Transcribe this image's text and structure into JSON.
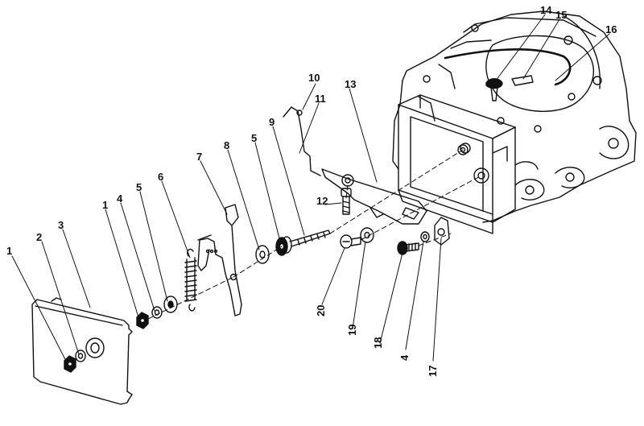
{
  "diagram": {
    "callouts": [
      {
        "id": "c1a",
        "label": "1"
      },
      {
        "id": "c2",
        "label": "2"
      },
      {
        "id": "c3",
        "label": "3"
      },
      {
        "id": "c1b",
        "label": "1"
      },
      {
        "id": "c4a",
        "label": "4"
      },
      {
        "id": "c5a",
        "label": "5"
      },
      {
        "id": "c6",
        "label": "6"
      },
      {
        "id": "c7",
        "label": "7"
      },
      {
        "id": "c8",
        "label": "8"
      },
      {
        "id": "c5b",
        "label": "5"
      },
      {
        "id": "c9",
        "label": "9"
      },
      {
        "id": "c10",
        "label": "10"
      },
      {
        "id": "c11",
        "label": "11"
      },
      {
        "id": "c12",
        "label": "12"
      },
      {
        "id": "c13",
        "label": "13"
      },
      {
        "id": "c14",
        "label": "14"
      },
      {
        "id": "c15",
        "label": "15"
      },
      {
        "id": "c16",
        "label": "16"
      },
      {
        "id": "c17",
        "label": "17"
      },
      {
        "id": "c4b",
        "label": "4"
      },
      {
        "id": "c18",
        "label": "18"
      },
      {
        "id": "c19",
        "label": "19"
      },
      {
        "id": "c20",
        "label": "20"
      }
    ]
  }
}
